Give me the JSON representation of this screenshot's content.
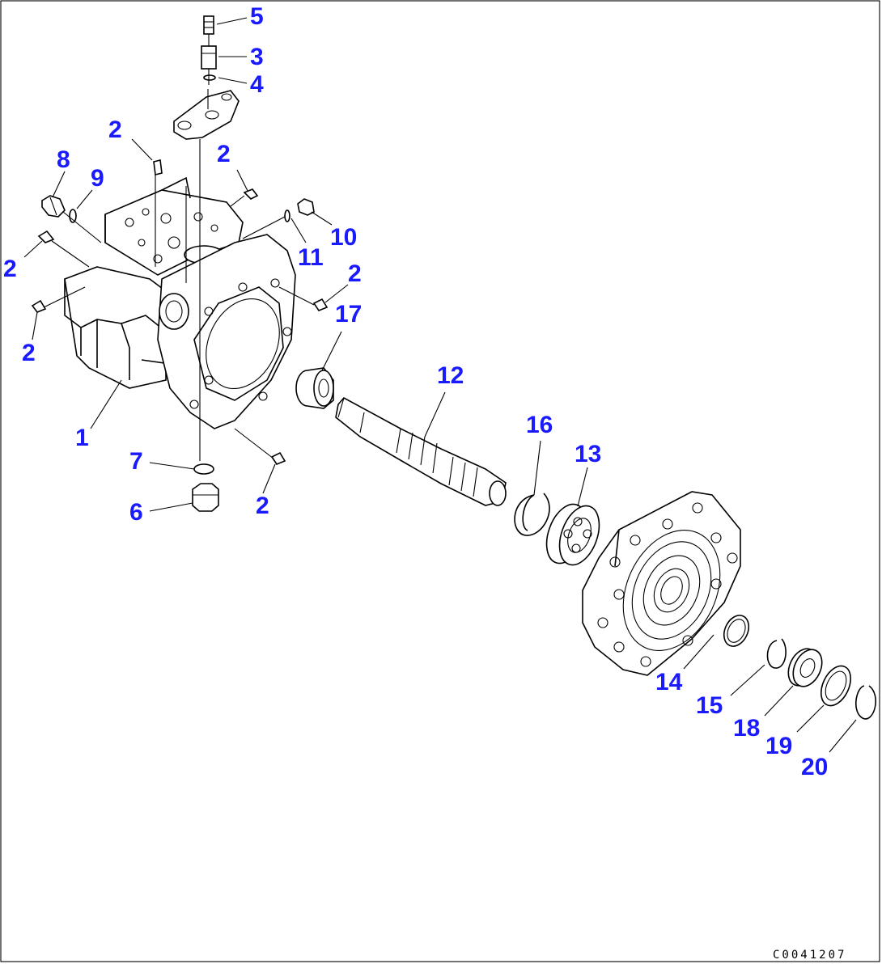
{
  "labels": {
    "p1": "1",
    "p2": "2",
    "p3": "3",
    "p4": "4",
    "p5": "5",
    "p6": "6",
    "p7": "7",
    "p8": "8",
    "p9": "9",
    "p10": "10",
    "p11": "11",
    "p12": "12",
    "p13": "13",
    "p14": "14",
    "p15": "15",
    "p16": "16",
    "p17": "17",
    "p18": "18",
    "p19": "19",
    "p20": "20"
  },
  "drawing_code": "C0041207",
  "colors": {
    "label": "#1a1aff",
    "line": "#000000",
    "background": "#ffffff"
  }
}
